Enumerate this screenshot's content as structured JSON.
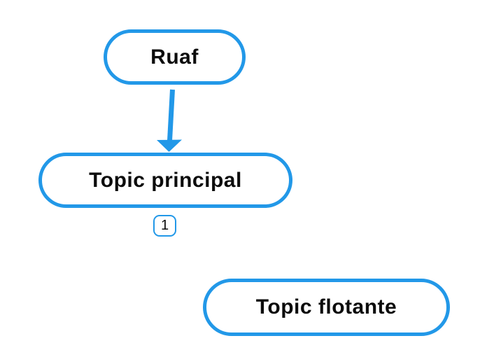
{
  "canvas": {
    "background": "#ffffff"
  },
  "theme": {
    "accent": "#2298E8",
    "ink": "#0C0C0C",
    "node_fill": "#ffffff"
  },
  "nodes": {
    "ruaf": {
      "label": "Ruaf"
    },
    "principal": {
      "label": "Topic principal",
      "collapsed_children_count": "1"
    },
    "flotante": {
      "label": "Topic flotante"
    }
  },
  "connectors": [
    {
      "from": "ruaf",
      "to": "principal",
      "shape": "straight-arrow"
    }
  ]
}
